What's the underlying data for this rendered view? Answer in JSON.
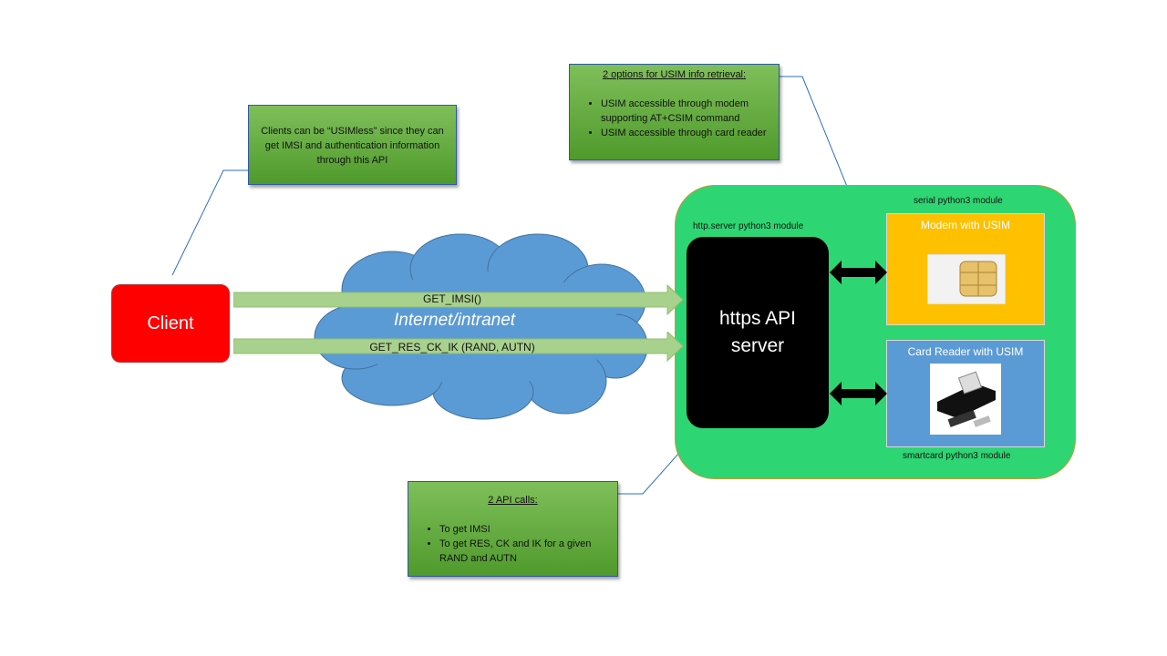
{
  "client": {
    "label": "Client"
  },
  "cloud": {
    "label": "Internet/intranet"
  },
  "calls": [
    {
      "label": "GET_IMSI()"
    },
    {
      "label": "GET_RES_CK_IK (RAND, AUTN)"
    }
  ],
  "note_client": {
    "text": "Clients can be “USIMless” since they can get IMSI and authentication information through this API"
  },
  "note_usim": {
    "title": "2 options for USIM info retrieval:",
    "items": [
      "USIM accessible through modem supporting AT+CSIM command",
      "USIM accessible through card reader"
    ]
  },
  "note_api": {
    "title": "2 API calls:",
    "items": [
      "To get IMSI",
      "To get RES, CK and IK for a given RAND and AUTN"
    ]
  },
  "server": {
    "module_label": "http.server python3 module",
    "label_line1": "https API",
    "label_line2": "server"
  },
  "modem": {
    "module_label": "serial python3 module",
    "label": "Modem with USIM"
  },
  "reader": {
    "label": "Card Reader with USIM",
    "module_label": "smartcard python3 module"
  },
  "colors": {
    "client": "#ff0000",
    "cloud": "#5b9bd5",
    "container": "#2ed573",
    "modem": "#ffc000",
    "reader": "#5b9bd5",
    "note": "#5fa83a",
    "call_arrow": "#a9d18e"
  }
}
